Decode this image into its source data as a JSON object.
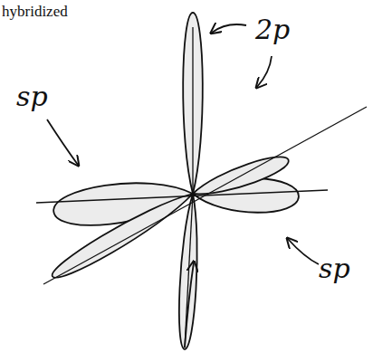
{
  "diagram": {
    "labels": [
      "hybridized",
      "2p",
      "sp",
      "sp"
    ]
  }
}
